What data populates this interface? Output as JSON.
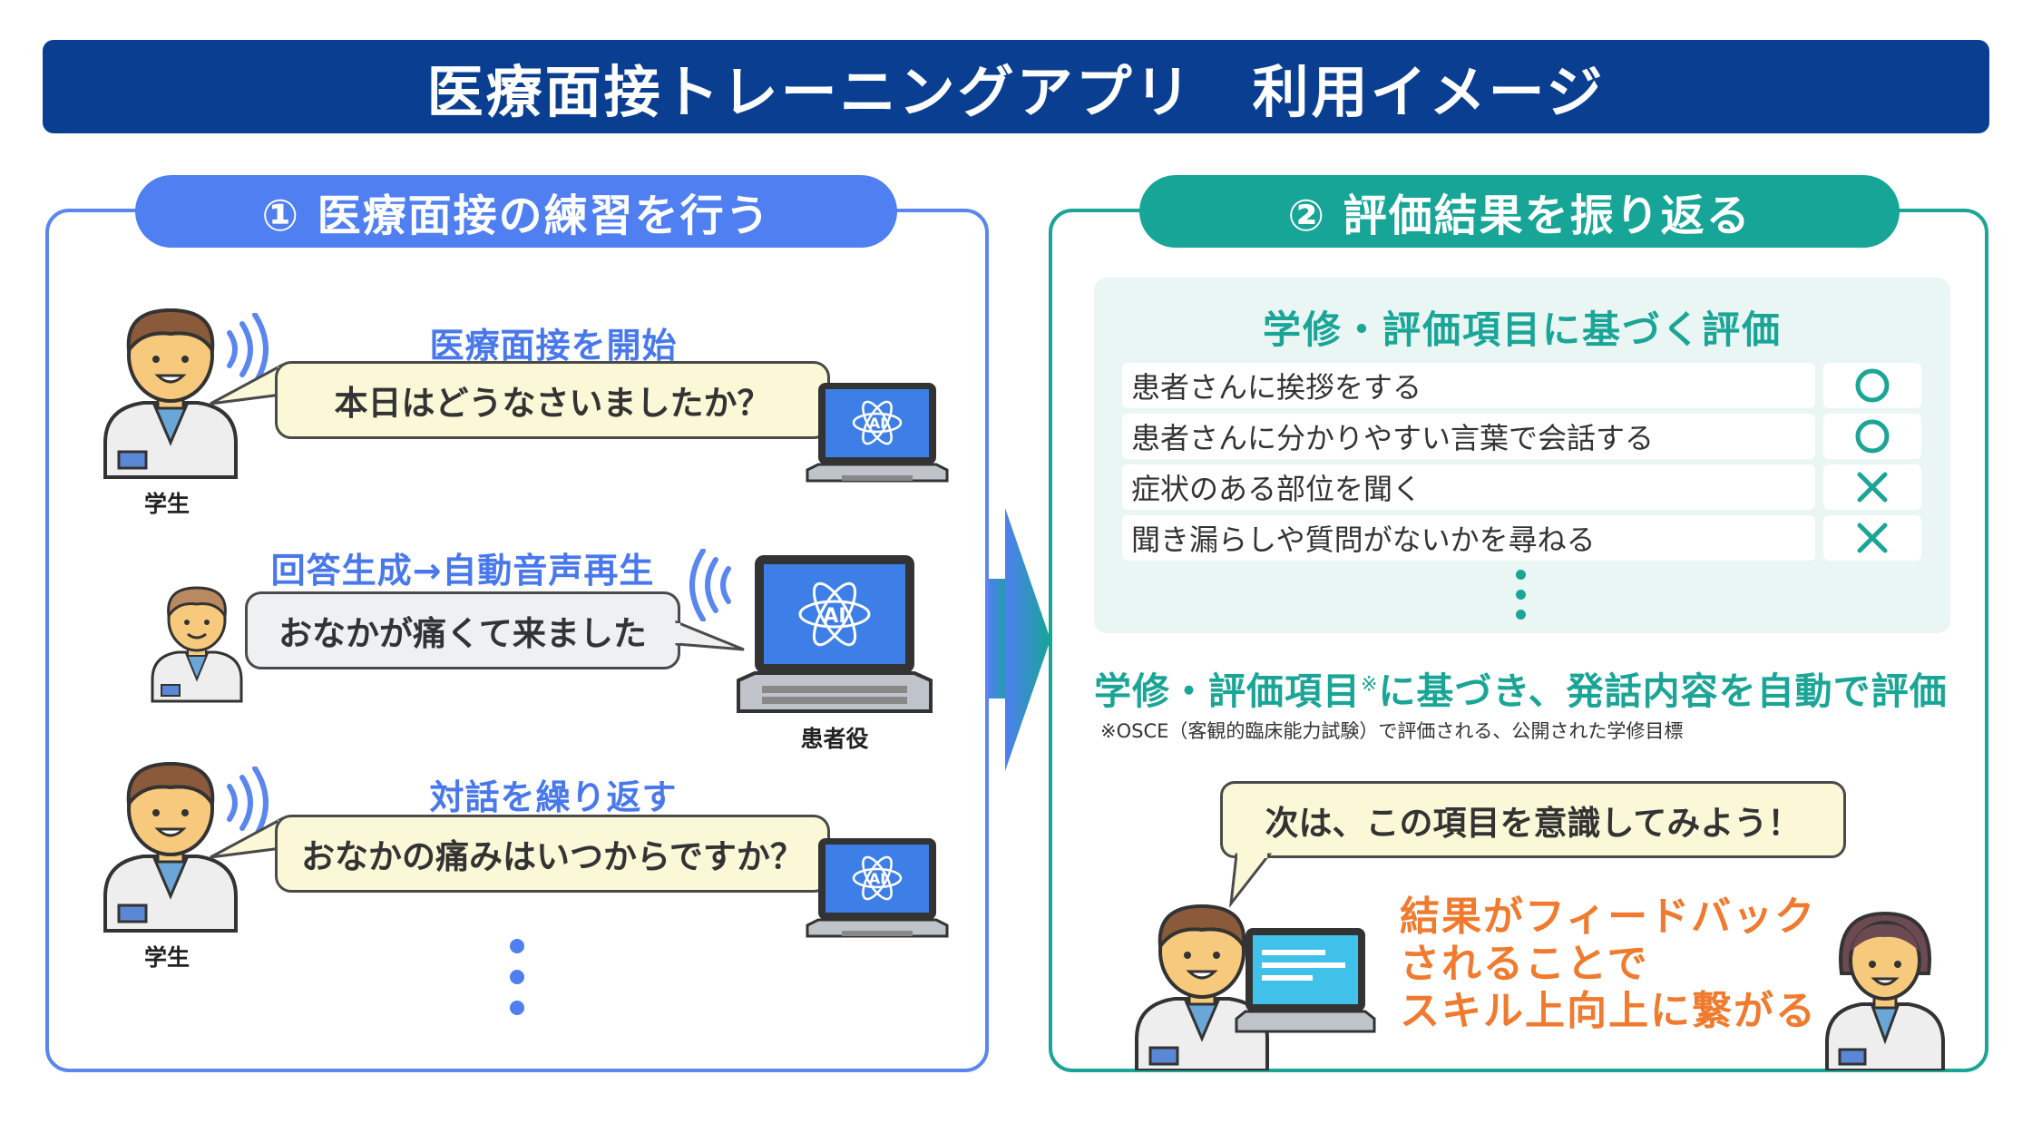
{
  "title": "医療面接トレーニングアプリ　利用イメージ",
  "left_panel": {
    "header": "① 医療面接の練習を行う",
    "step1_label": "医療面接を開始",
    "step1_bubble": "本日はどうなさいましたか？",
    "step1_role": "学生",
    "step2_label": "回答生成→自動音声再生",
    "step2_bubble": "おなかが痛くて来ました",
    "step2_role": "患者役",
    "step3_label": "対話を繰り返す",
    "step3_bubble": "おなかの痛みはいつからですか？",
    "step3_role": "学生",
    "ai_label": "AI"
  },
  "right_panel": {
    "header": "② 評価結果を振り返る",
    "eval_title": "学修・評価項目に基づく評価",
    "eval_items": [
      {
        "text": "患者さんに挨拶をする",
        "mark": "circle"
      },
      {
        "text": "患者さんに分かりやすい言葉で会話する",
        "mark": "circle"
      },
      {
        "text": "症状のある部位を聞く",
        "mark": "cross"
      },
      {
        "text": "聞き漏らしや質問がないかを尋ねる",
        "mark": "cross"
      }
    ],
    "note_main": "学修・評価項目",
    "note_sup": "※",
    "note_rest": "に基づき、発話内容を自動で評価",
    "note_small": "※OSCE（客観的臨床能力試験）で評価される、公開された学修目標",
    "feedback_bubble": "次は、この項目を意識してみよう！",
    "result_lines": [
      "結果がフィードバック",
      "されることで",
      "スキル上向上に繋がる"
    ]
  },
  "colors": {
    "navy": "#0a3e91",
    "blue": "#4f7ff0",
    "teal": "#16a596",
    "orange": "#f07a2e",
    "bubble_yellow": "#fbf8d8"
  }
}
